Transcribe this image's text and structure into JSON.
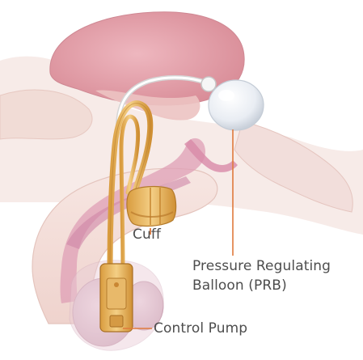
{
  "labels": {
    "cuff": "Cuff",
    "prb_line1": "Pressure Regulating",
    "prb_line2": "Balloon (PRB)",
    "control_pump": "Control Pump"
  },
  "colors": {
    "background": "#ffffff",
    "label_text": "#4d4d4d",
    "leader_line": "#e07a3c",
    "bladder": "#e6a4ad",
    "tissue_light": "#f4dcd8",
    "tissue_pink": "#e8b4b8",
    "urethra": "#d98aa8",
    "device_gold": "#e3b463",
    "balloon": "#f2f4f7",
    "tubing": "#f5f5f5"
  }
}
